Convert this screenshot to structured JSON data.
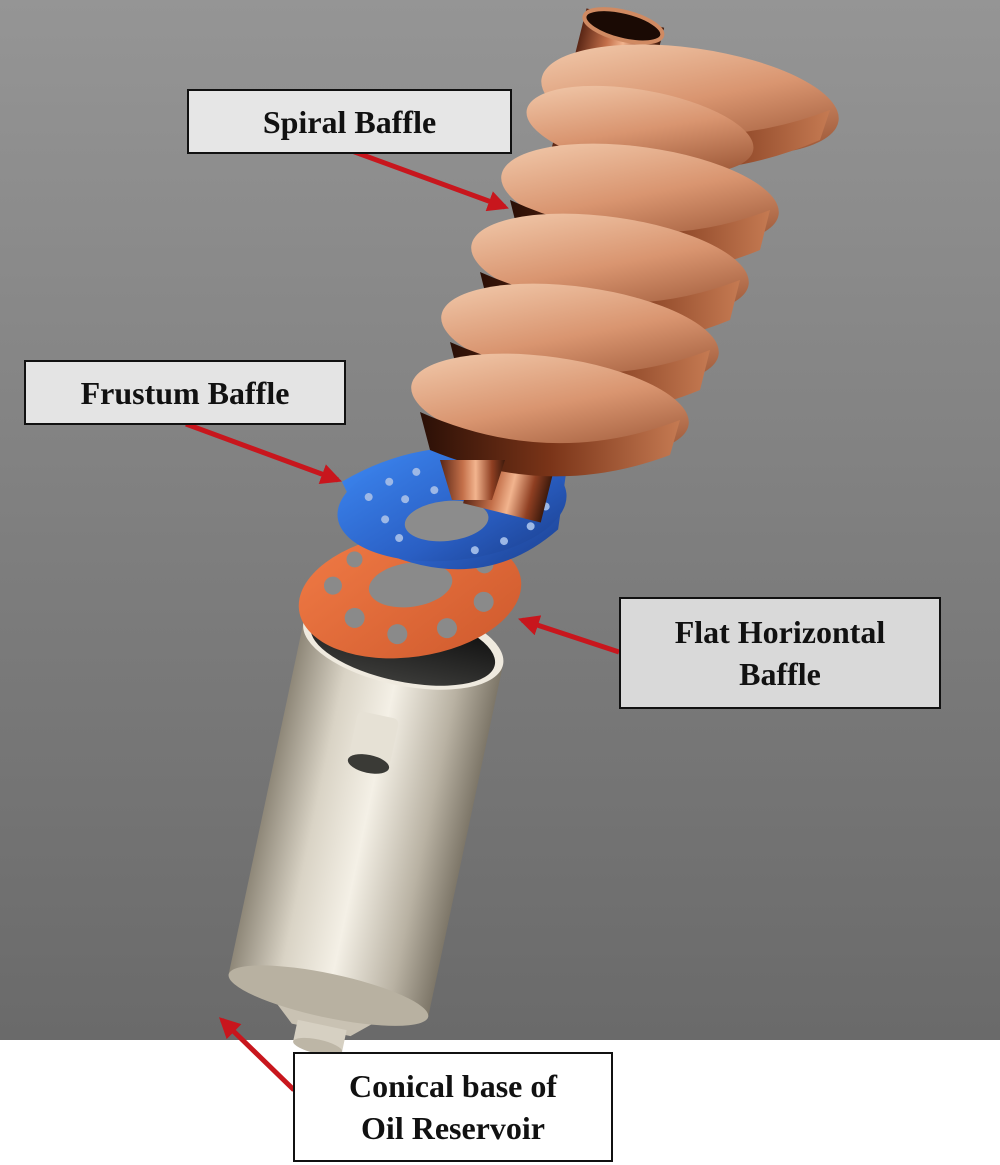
{
  "labels": {
    "spiral": "Spiral Baffle",
    "frustum": "Frustum Baffle",
    "flat": [
      "Flat Horizontal",
      "Baffle"
    ],
    "conical": [
      "Conical base of",
      "Oil Reservoir"
    ]
  },
  "colors": {
    "background_top": "#8e8e8e",
    "background_bottom": "#6b6b6b",
    "copper": "#b86a3c",
    "copper_light": "#f0c09a",
    "frustum_blue": "#2f6fd6",
    "flat_orange": "#e86b3a",
    "steel": "#d8d2c4",
    "arrow_red": "#c8161d"
  }
}
